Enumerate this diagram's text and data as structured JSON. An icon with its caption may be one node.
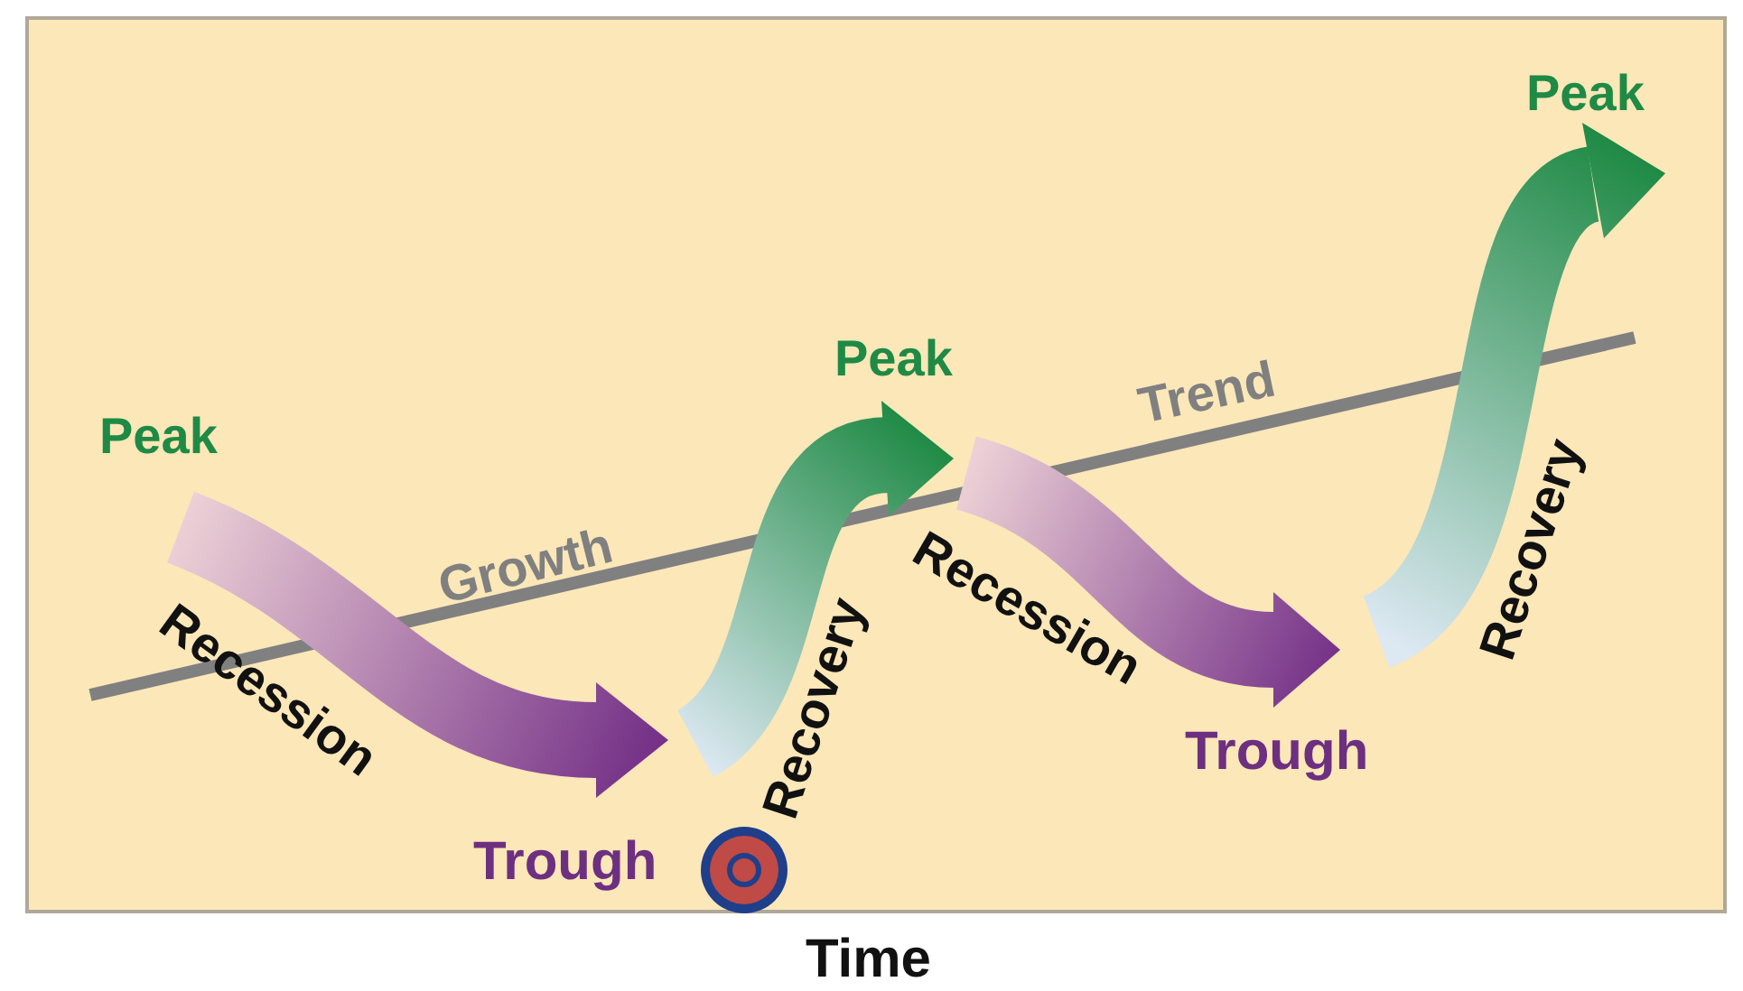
{
  "diagram": {
    "labels": [
      "Peak",
      "Growth",
      "Recession",
      "Trough",
      "Recovery",
      "Peak",
      "Trend",
      "Recession",
      "Trough",
      "Recovery",
      "Peak",
      "Time"
    ]
  }
}
